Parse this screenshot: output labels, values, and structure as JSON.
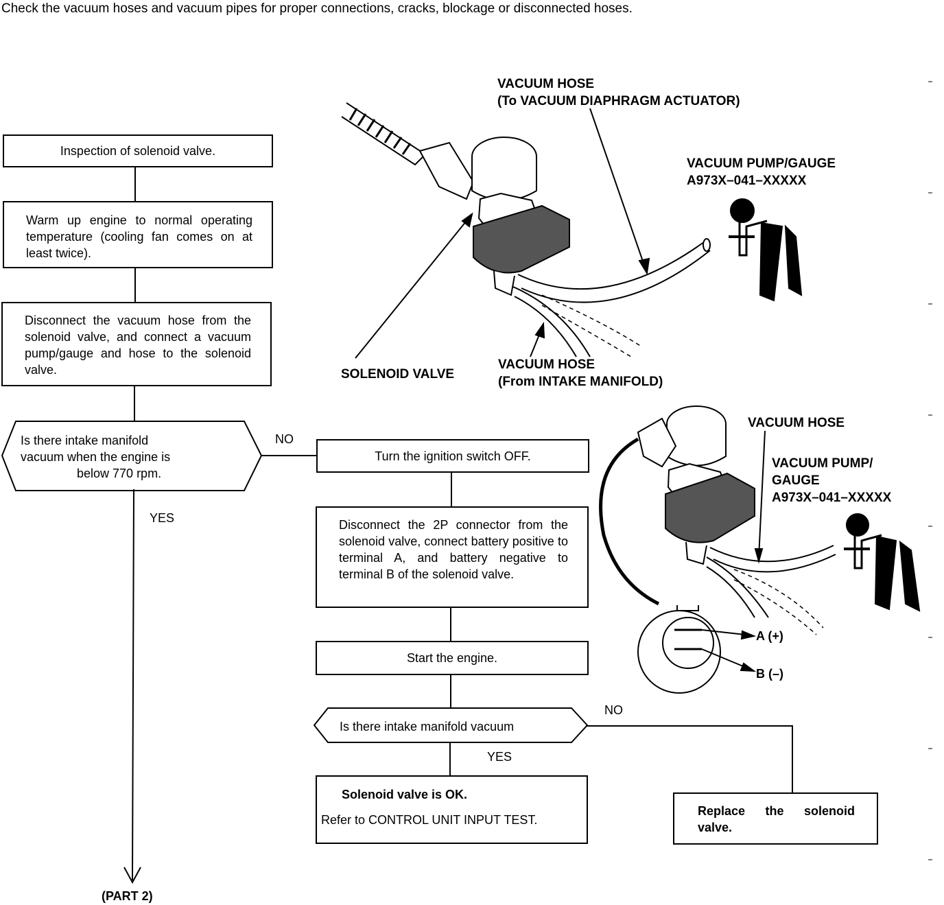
{
  "header_text": "Check the vacuum hoses and vacuum pipes for proper connections, cracks, blockage or disconnected hoses.",
  "flow": {
    "step1": "Inspection of solenoid valve.",
    "step2": "Warm up engine to normal operating temperature (cooling fan comes on at least twice).",
    "step3": "Disconnect the vacuum hose from the solenoid valve, and connect a vacuum pump/gauge and hose to the solenoid valve.",
    "decision1_line1": "Is there intake manifold",
    "decision1_line2": "vacuum when the engine is",
    "decision1_line3": "below 770 rpm.",
    "no_label_1": "NO",
    "yes_label_1": "YES",
    "step4": "Turn the ignition switch OFF.",
    "step5": "Disconnect the 2P connector from the solenoid valve, connect battery positive to terminal A, and battery negative to terminal B of the solenoid valve.",
    "step6": "Start the engine.",
    "decision2": "Is there intake manifold vacuum",
    "no_label_2": "NO",
    "yes_label_2": "YES",
    "ok_title": "Solenoid valve is OK.",
    "ok_refer": "Refer to CONTROL UNIT INPUT TEST.",
    "replace": "Replace the solenoid valve.",
    "part2": "(PART 2)"
  },
  "figure1": {
    "vacuum_hose_line1": "VACUUM HOSE",
    "vacuum_hose_line2": "(To VACUUM DIAPHRAGM ACTUATOR)",
    "pump_line1": "VACUUM PUMP/GAUGE",
    "pump_line2": "A973X–041–XXXXX",
    "solenoid_valve": "SOLENOID VALVE",
    "intake_hose_line1": "VACUUM HOSE",
    "intake_hose_line2": "(From INTAKE MANIFOLD)"
  },
  "figure2": {
    "vacuum_hose": "VACUUM HOSE",
    "pump_line1": "VACUUM PUMP/",
    "pump_line2": "GAUGE",
    "pump_line3": "A973X–041–XXXXX",
    "terminal_a": "A (+)",
    "terminal_b": "B (–)"
  }
}
